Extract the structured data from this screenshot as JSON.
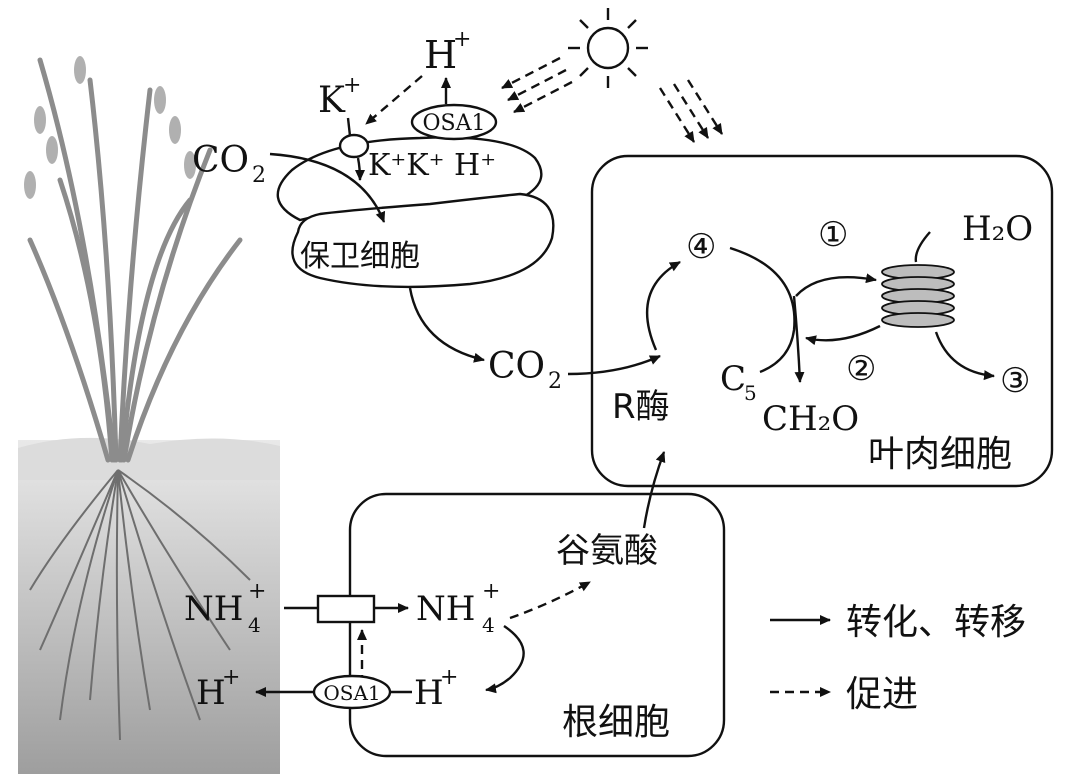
{
  "labels": {
    "h_plus_top": "H",
    "k_plus_top": "K",
    "osa1_guard": "OSA1",
    "co2_left": "CO",
    "guard_ions": "K⁺K⁺ H⁺",
    "guard_cell": "保卫细胞",
    "co2_mid": "CO",
    "r_enzyme": "R酶",
    "c5": "C",
    "ch2o": "CH₂O",
    "circle_1": "①",
    "circle_2": "②",
    "circle_3": "③",
    "circle_4": "④",
    "h2o": "H₂O",
    "mesophyll": "叶肉细胞",
    "glutamate": "谷氨酸",
    "nh4_out": "NH",
    "nh4_in": "NH",
    "osa1_root": "OSA1",
    "h_plus_in": "H",
    "h_plus_out": "H",
    "root_cell": "根细胞",
    "plus": "+",
    "sub2": "2",
    "sub4": "4",
    "sub5": "5"
  },
  "legend": {
    "solid": "转化、转移",
    "dashed": "促进"
  },
  "colors": {
    "ink": "#111111",
    "grana": "#bdbdbd",
    "plant": "#8a8a8a",
    "soil": "#d6d6d6"
  },
  "icons": [
    "sun-icon",
    "rice-plant-illustration",
    "thylakoid-stack-icon"
  ]
}
